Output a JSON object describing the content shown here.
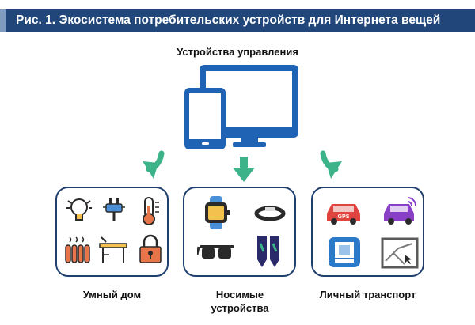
{
  "title": "Рис. 1. Экосистема потребительских устройств для Интернета вещей",
  "control_label": "Устройства управления",
  "groups": [
    {
      "label": "Умный дом",
      "icons": [
        "lightbulb-icon",
        "plug-icon",
        "thermometer-icon",
        "radiator-icon",
        "table-icon",
        "smart-lock-icon"
      ]
    },
    {
      "label": "Носимые устройства",
      "icons": [
        "smartwatch-icon",
        "fitness-band-icon",
        "smart-glasses-icon",
        "wearable-tags-icon"
      ]
    },
    {
      "label": "Личный транспорт",
      "icons": [
        "gps-car-icon",
        "connected-car-icon",
        "navigator-icon",
        "map-icon"
      ]
    }
  ],
  "gps_text": "GPS",
  "colors": {
    "title_bar": "#21467a",
    "device_blue": "#1f63b5",
    "arrow_green": "#3db38a",
    "border": "#1f3f6e"
  }
}
